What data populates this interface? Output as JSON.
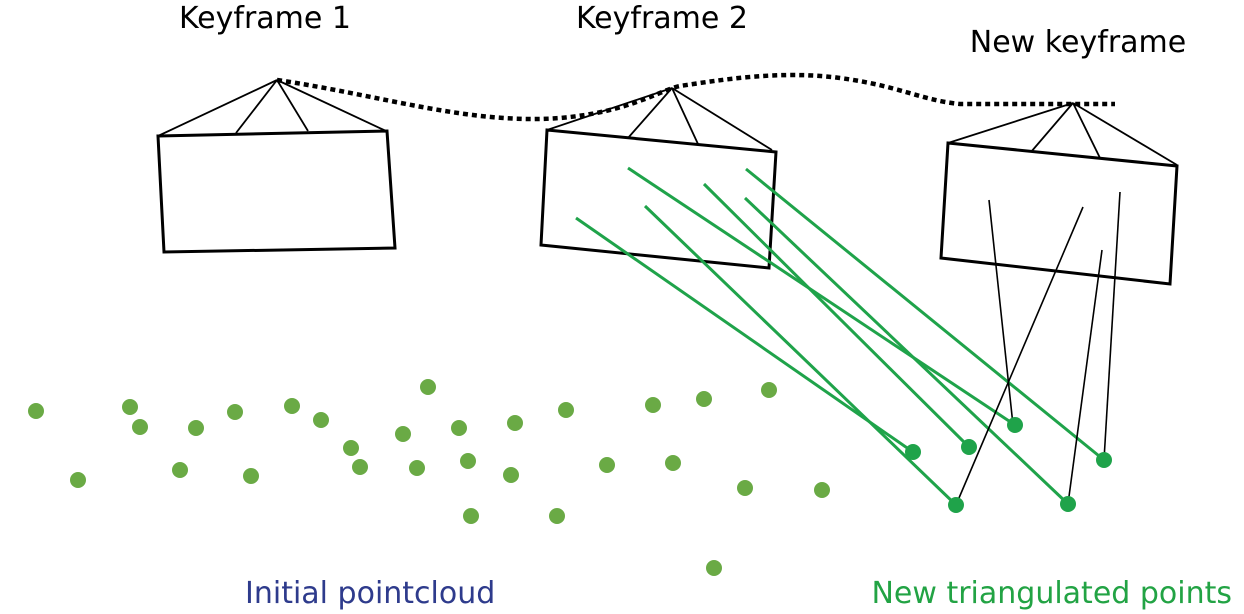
{
  "diagram": {
    "keyframe_1_label": "Keyframe 1",
    "keyframe_2_label": "Keyframe 2",
    "new_keyframe_label": "New keyframe",
    "initial_pointcloud_label": "Initial pointcloud",
    "new_points_label": "New triangulated points"
  },
  "colors": {
    "outline": "#000000",
    "initial_points": "#6aaa45",
    "new_points": "#1fa34a",
    "initial_label": "#2e3b8c",
    "new_label": "#22a344"
  }
}
